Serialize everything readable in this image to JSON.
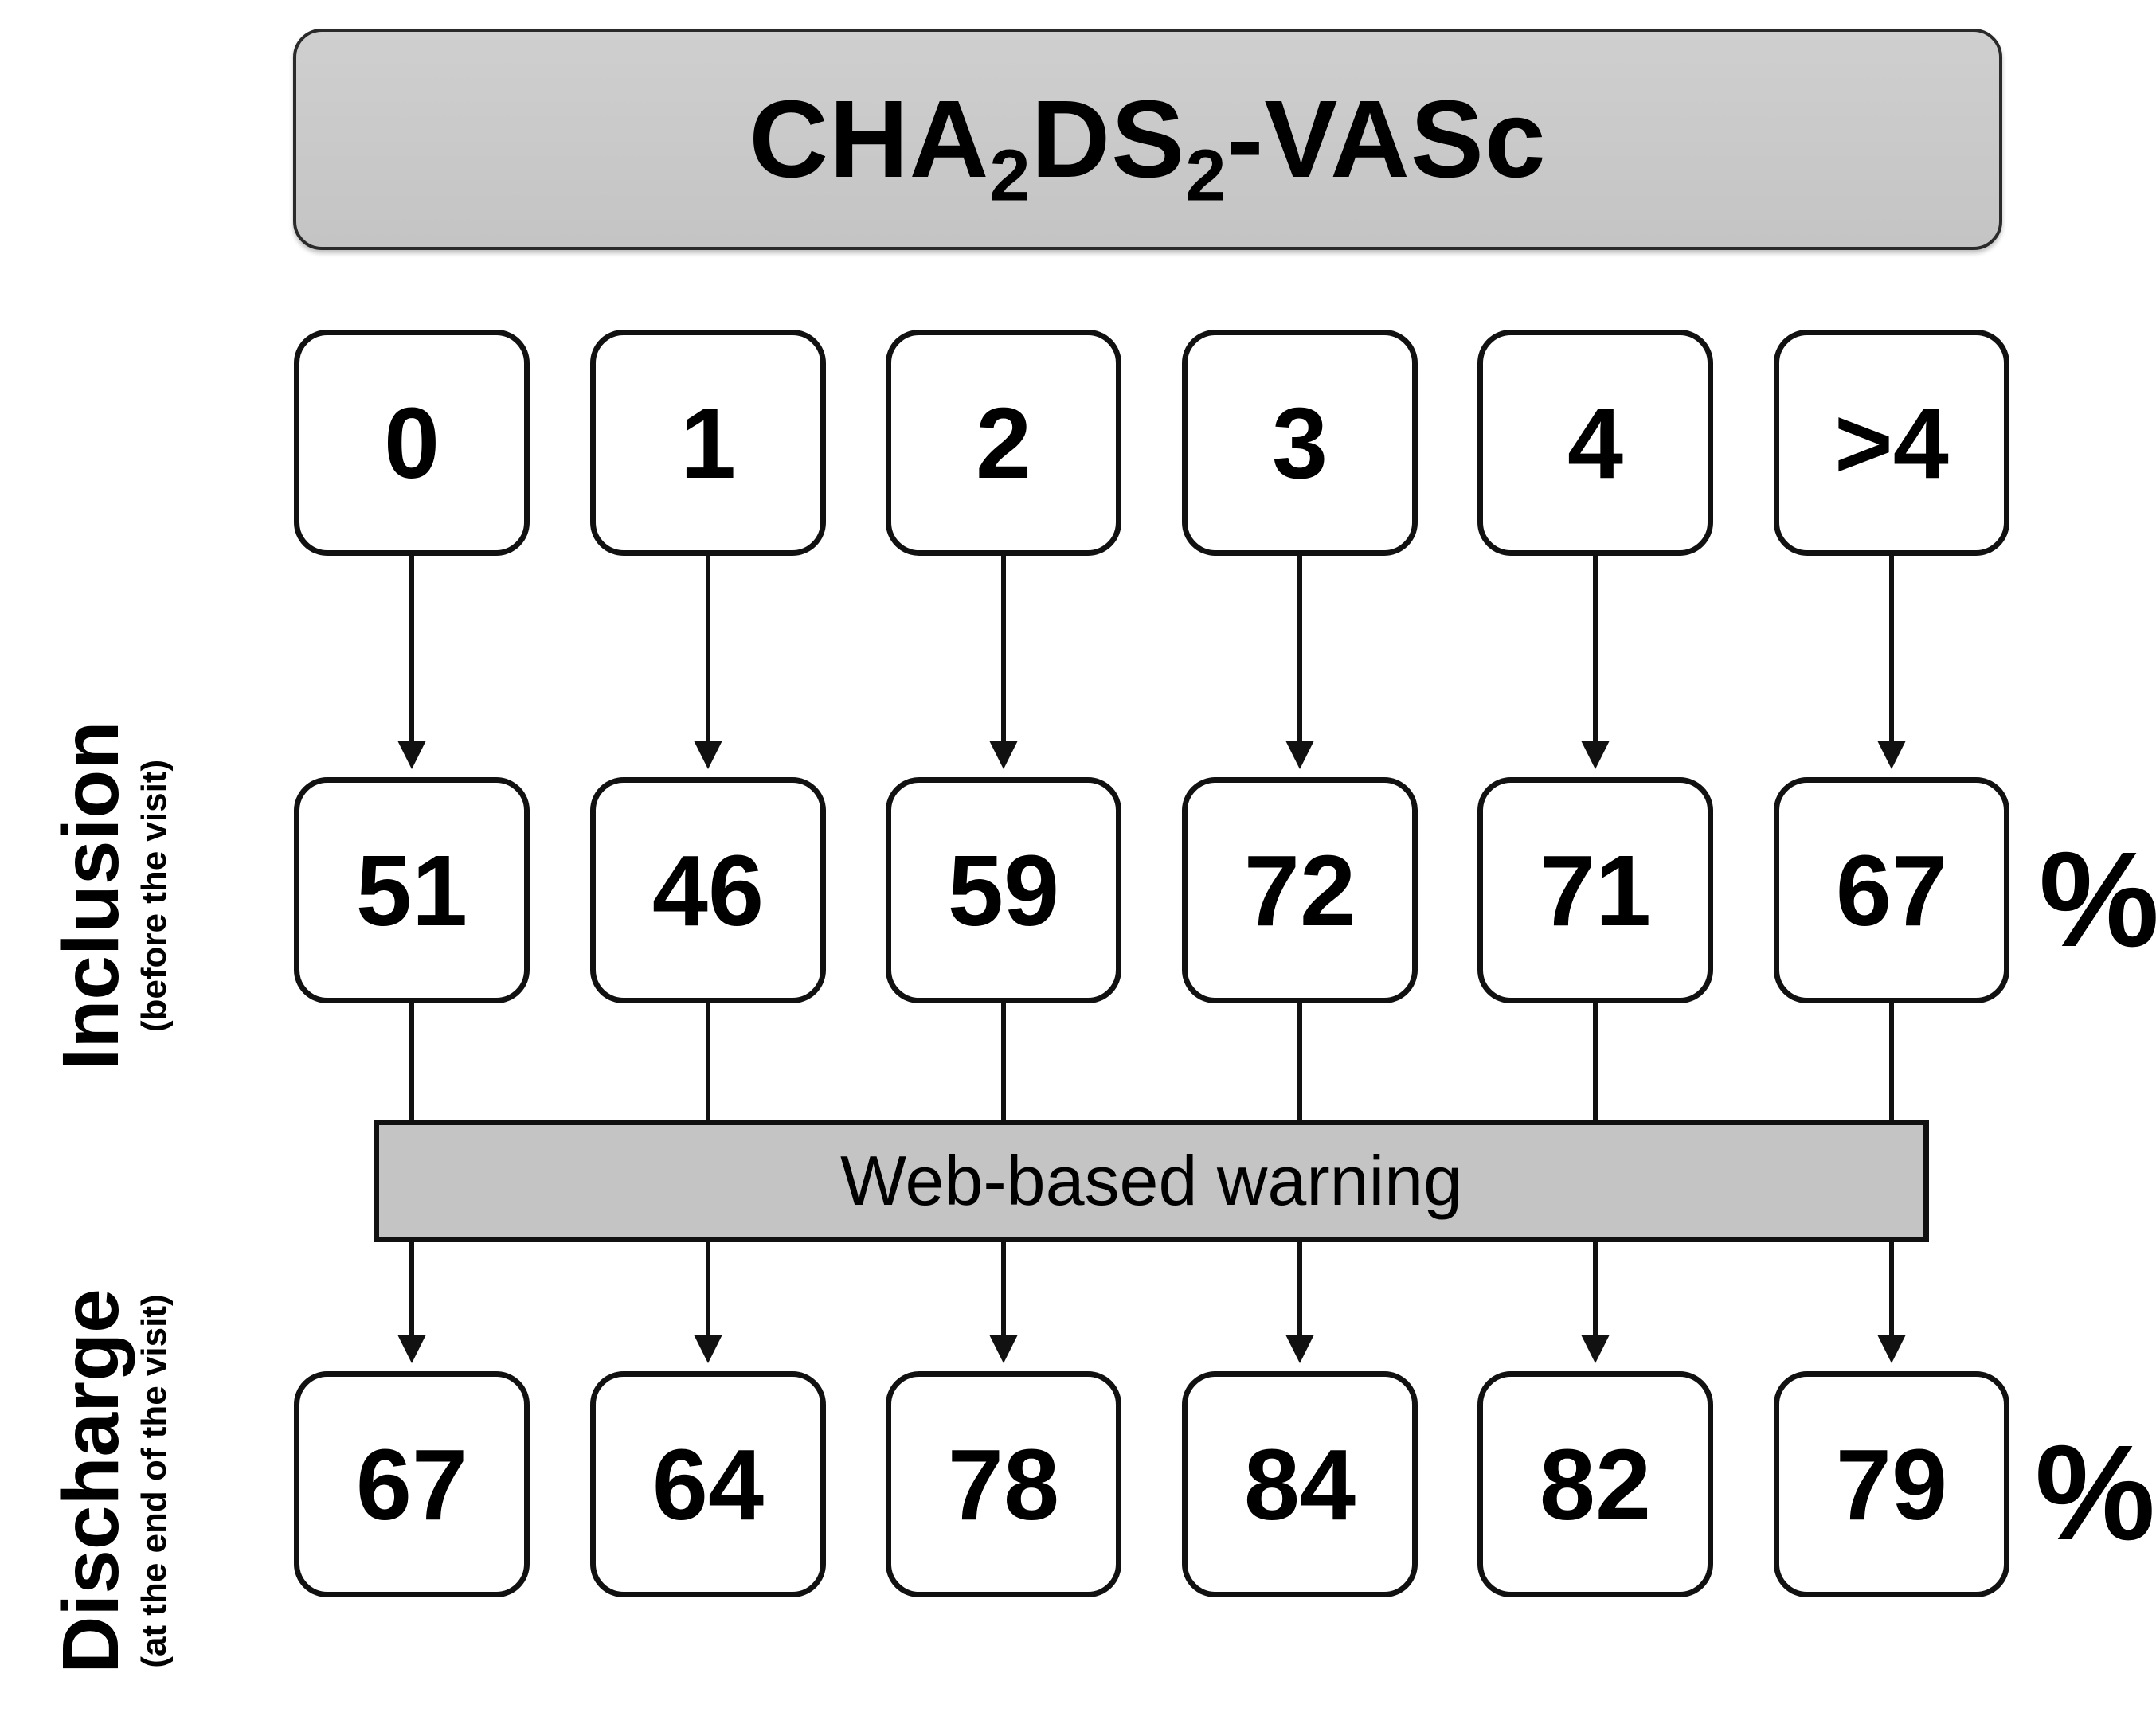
{
  "title": {
    "main": "CHA",
    "sub1": "2",
    "mid": "DS",
    "sub2": "2",
    "end": "-VASc"
  },
  "scores": [
    "0",
    "1",
    "2",
    "3",
    "4",
    ">4"
  ],
  "inclusion": {
    "label": "Inclusion",
    "sublabel": "(before the visit)",
    "values": [
      "51",
      "46",
      "59",
      "72",
      "71",
      "67"
    ],
    "unit": "%"
  },
  "warning": "Web-based warning",
  "discharge": {
    "label": "Discharge",
    "sublabel": "(at the end of the visit)",
    "values": [
      "67",
      "64",
      "78",
      "84",
      "82",
      "79"
    ],
    "unit": "%"
  }
}
